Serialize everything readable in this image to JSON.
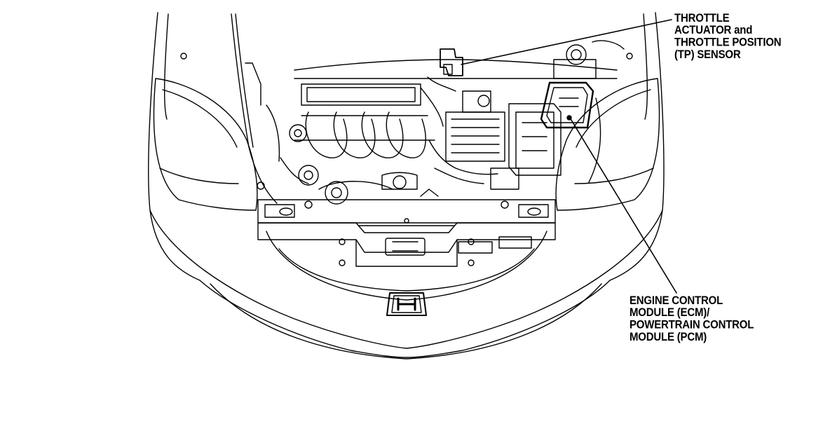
{
  "callouts": {
    "throttle": {
      "lines": [
        "THROTTLE",
        "ACTUATOR and",
        "THROTTLE POSITION",
        "(TP) SENSOR"
      ]
    },
    "ecm": {
      "lines": [
        "ENGINE CONTROL",
        "MODULE (ECM)/",
        "POWERTRAIN CONTROL",
        "MODULE (PCM)"
      ]
    }
  },
  "colors": {
    "ink": "#000000",
    "paper": "#ffffff"
  },
  "logo": "honda-h-emblem"
}
